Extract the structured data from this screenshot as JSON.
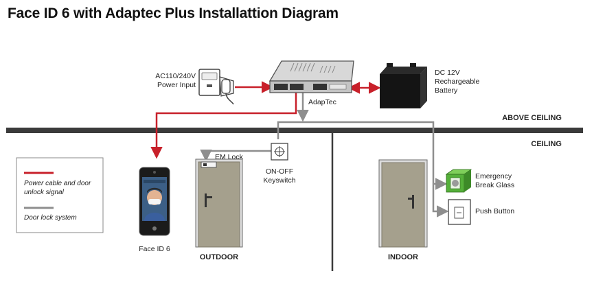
{
  "title": "Face ID 6 with Adaptec Plus Installattion Diagram",
  "labels": {
    "ac_power_line1": "AC110/240V",
    "ac_power_line2": "Power Input",
    "adaptec": "AdapTec",
    "battery_line1": "DC 12V",
    "battery_line2": "Rechargeable",
    "battery_line3": "Battery",
    "above_ceiling": "ABOVE CEILING",
    "ceiling": "CEILING",
    "em_lock": "EM Lock",
    "keyswitch_line1": "ON-OFF",
    "keyswitch_line2": "Keyswitch",
    "emergency_line1": "Emergency",
    "emergency_line2": "Break Glass",
    "push_button": "Push Button",
    "face_id": "Face ID 6",
    "outdoor": "OUTDOOR",
    "indoor": "INDOOR"
  },
  "legend": {
    "power_line1": "Power cable and door",
    "power_line2": "unlock signal",
    "lock": "Door lock system"
  },
  "colors": {
    "power_cable": "#c8202a",
    "lock_cable": "#8e8e8e",
    "ceiling": "#3b3b3b",
    "door": "#a5a08d",
    "break_glass": "#55b03a"
  },
  "icons": {
    "outlet": "wall-outlet-icon",
    "controller": "adaptec-controller-icon",
    "battery": "battery-icon",
    "keyswitch": "keyswitch-icon",
    "break_glass": "break-glass-icon",
    "push_button": "push-button-icon",
    "terminal": "face-terminal-icon",
    "door": "door-icon"
  }
}
